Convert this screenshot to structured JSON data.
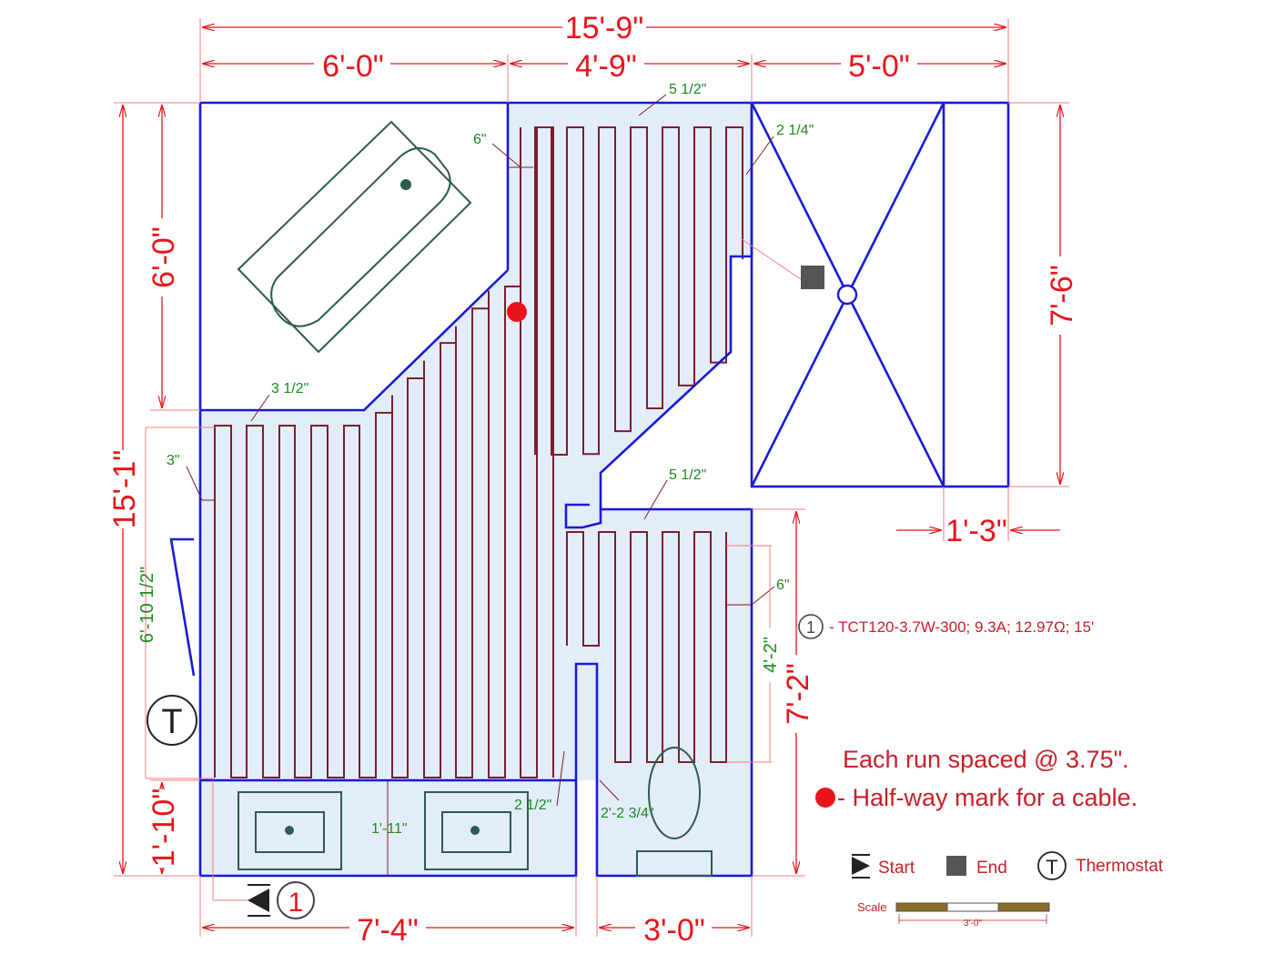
{
  "dimensions": {
    "overall_width": "15'-9\"",
    "top_left": "6'-0\"",
    "top_middle": "4'-9\"",
    "top_right": "5'-0\"",
    "overall_height": "15'-1\"",
    "left_upper": "6'-0\"",
    "left_lower": "1'-10\"",
    "right_shower": "7'-6\"",
    "shower_bench": "1'-3\"",
    "bottom_left": "7'-4\"",
    "bottom_right": "3'-0\"",
    "right_lower": "7'-2\""
  },
  "cable_dimensions": {
    "top_spacing": "5 1/2\"",
    "bath_corner": "6\"",
    "shower_gap": "2 1/4\"",
    "left_top_spacing": "3 1/2\"",
    "left_wall": "3\"",
    "mid_spacing": "5 1/2\"",
    "right_wall": "6\"",
    "height_left": "6'-10 1/2\"",
    "height_right": "4'-2\"",
    "vanity_gap": "2 1/2\"",
    "vanity_clear": "1'-11\"",
    "toilet_width": "2'-2 3/4\""
  },
  "cable_label": {
    "number": "1",
    "spec": "- TCT120-3.7W-300; 9.3A; 12.97Ω; 15'"
  },
  "notes": {
    "spacing": "Each run spaced @ 3.75\".",
    "halfway": "- Half-way mark for a cable."
  },
  "legend": {
    "start": "Start",
    "end": "End",
    "thermostat": "Thermostat",
    "thermostat_symbol": "T",
    "scale_label": "Scale",
    "scale_value": "3'-0\""
  },
  "colors": {
    "dimension": "#e8141c",
    "wall": "#1a1ad6",
    "cable": "#7a1f2c",
    "heated_area": "#e3edf9",
    "cable_dimension": "#1a8a1a",
    "halfway_mark": "#e8141c",
    "end_marker": "#555555"
  },
  "icons": [
    "start-icon",
    "end-icon",
    "thermostat-icon",
    "halfway-mark-icon"
  ]
}
